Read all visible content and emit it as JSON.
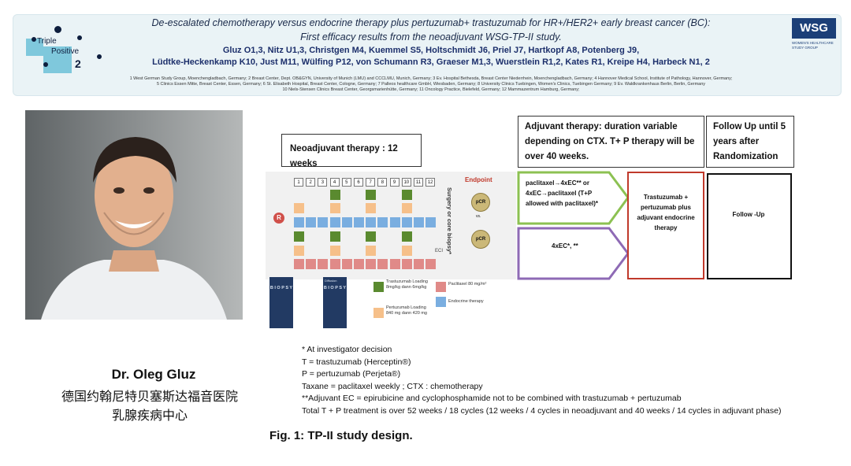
{
  "header": {
    "logo_line1": "Triple",
    "logo_line2": "Positive",
    "logo_num": "2",
    "title_line1": "De-escalated chemotherapy versus endocrine therapy plus pertuzumab+ trastuzumab for HR+/HER2+ early breast cancer (BC):",
    "title_line2": "First efficacy results from the neoadjuvant WSG-TP-II study.",
    "authors_line1": "Gluz O1,3, Nitz U1,3, Christgen M4, Kuemmel S5, Holtschmidt J6, Priel J7, Hartkopf A8, Potenberg J9,",
    "authors_line2": "Lüdtke-Heckenkamp K10, Just M11, Wülfing P12, von Schumann R3, Graeser M1,3, Wuerstlein R1,2, Kates R1, Kreipe H4, Harbeck N1, 2",
    "affil_line1": "1 West German Study Group, Moenchengladbach, Germany; 2 Breast Center, Dept. OB&GYN, University of Munich (LMU) and CCCLMU, Munich, Germany; 3 Ev. Hospital Bethesda, Breast Center Niederrhein, Moenchengladbach, Germany; 4 Hannover Medical School, Institute of Pathology, Hannover, Germany;",
    "affil_line2": "5 Clinics Essen Mitte, Breast Center, Essen, Germany; 6 St. Elisabeth Hospital, Breast Center, Cologne, Germany; 7 Palleos healthcare GmbH, Wiesbaden, Germany; 8 University Clinics Tuebingen, Women's Clinics, Tuebingen Germany; 9 Ev. Waldkrankenhaus Berlin, Berlin, Germany",
    "affil_line3": "10 Niels-Stensen Clinics Breast Center, Georgsmarienhütte, Germany; 11 Oncology Practice, Bielefeld, Germany; 12 Mammazentrum Hamburg, Germany;",
    "wsg_label": "WSG",
    "wsg_sub": "WOMEN'S HEALTHCARE STUDY GROUP"
  },
  "person": {
    "name": "Dr. Oleg Gluz",
    "hospital": "德国约翰尼特贝塞斯达福音医院",
    "department": "乳腺疾病中心"
  },
  "design": {
    "neoadjuvant_label": "Neoadjuvant therapy : 12 weeks",
    "adjuvant_label": "Adjuvant therapy: duration variable depending on CTX. T+ P therapy will be over 40 weeks.",
    "followup_label": "Follow Up until 5 years after Randomization",
    "weeks": [
      "1",
      "2",
      "3",
      "4",
      "5",
      "6",
      "7",
      "8",
      "9",
      "10",
      "11",
      "12"
    ],
    "randomization": "R",
    "surgery_label": "Surgery or core biopsy*",
    "endpoint_label": "Endpoint",
    "pcr_label": "pCR",
    "vs_label": "vs.",
    "eci_label": "ECI",
    "biopsy_letters": "B I O P S Y",
    "biopsy_header": "Diffusion",
    "legend": [
      {
        "text": "Trastuzumab Loading 8mg/kg dann 6mg/kg",
        "color": "#5a8a2f"
      },
      {
        "text": "Pertuzumab Loading 840 mg dann 420 mg",
        "color": "#f6c08a"
      },
      {
        "text": "Paclitaxel 80 mg/m²",
        "color": "#e08a88"
      },
      {
        "text": "Endocrine therapy",
        "color": "#7aaee0"
      }
    ],
    "arm_green": "paclitaxel→4xEC** or 4xEC→paclitaxel (T+P allowed with paclitaxel)*",
    "arm_purple": "4xEC*, **",
    "tp_box": "Trastuzumab + pertuzumab plus adjuvant endocrine therapy",
    "followup_box": "Follow -Up"
  },
  "notes": [
    "* At investigator decision",
    "T = trastuzumab (Herceptin®)",
    "P = pertuzumab (Perjeta®)",
    "Taxane = paclitaxel weekly ; CTX : chemotherapy",
    "**Adjuvant EC = epirubicine and cyclophosphamide not to be combined with trastuzumab + pertuzumab",
    "Total T + P treatment is over 52 weeks / 18 cycles  (12 weeks / 4 cycles in neoadjuvant and 40 weeks / 14 cycles in adjuvant phase)"
  ],
  "figure_caption": "Fig. 1: TP-II study design."
}
